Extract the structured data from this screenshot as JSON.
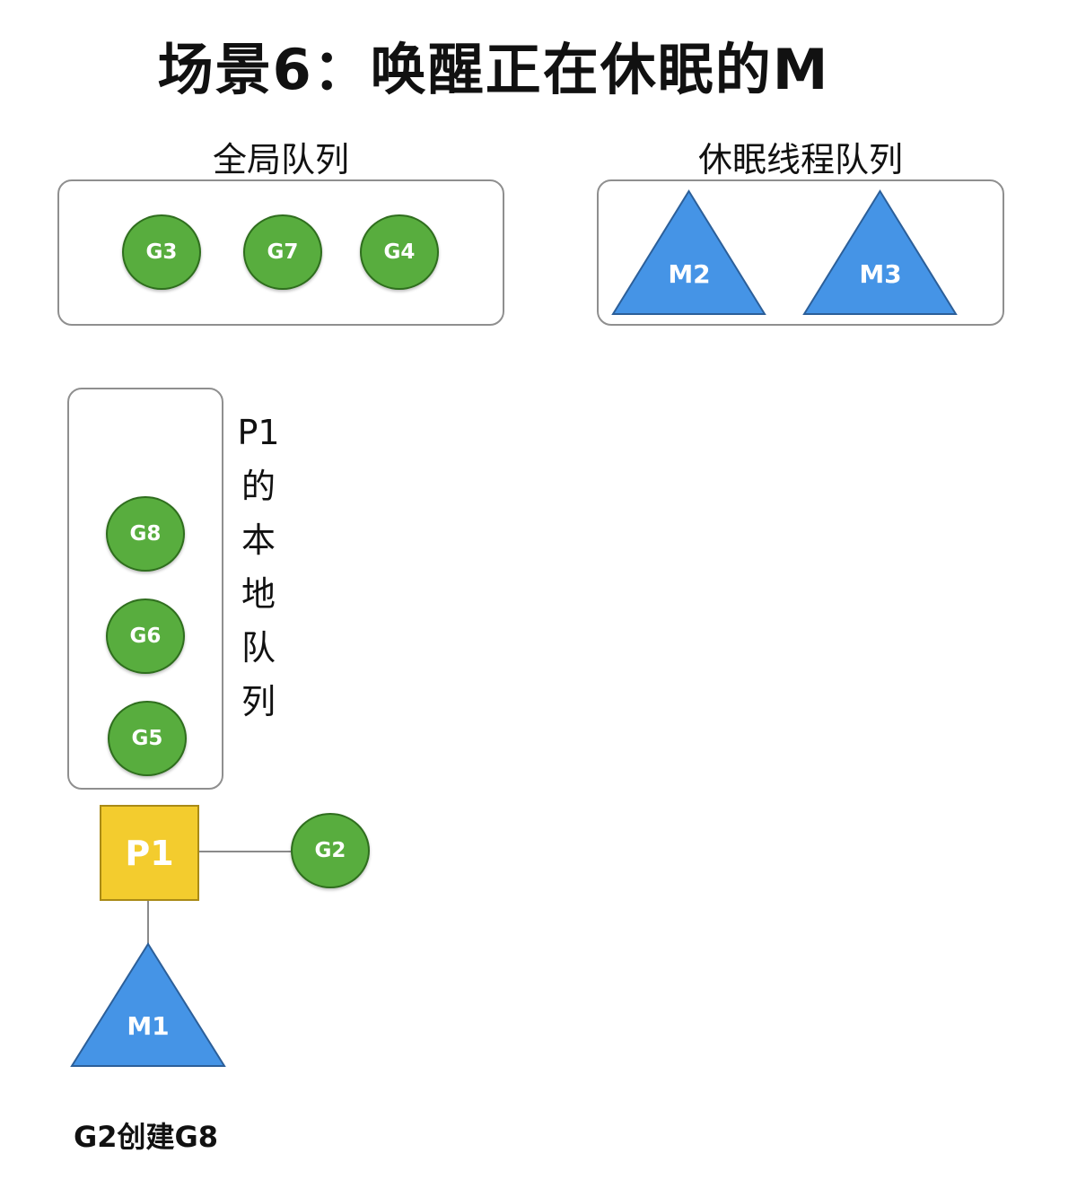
{
  "title": "场景6：唤醒正在休眠的M",
  "global_queue": {
    "label": "全局队列",
    "goroutines": [
      "G3",
      "G7",
      "G4"
    ]
  },
  "sleeping_thread_queue": {
    "label": "休眠线程队列",
    "threads": [
      "M2",
      "M3"
    ]
  },
  "p1_local_queue": {
    "label_chars": [
      "P1",
      "的",
      "本",
      "地",
      "队",
      "列"
    ],
    "goroutines": [
      "G8",
      "G6",
      "G5"
    ]
  },
  "processor": {
    "label": "P1",
    "running_goroutine": "G2",
    "bound_thread": "M1"
  },
  "caption": "G2创建G8",
  "colors": {
    "goroutine_green": "#58ad3e",
    "thread_blue": "#4594e6",
    "processor_yellow": "#f3cc2e"
  }
}
